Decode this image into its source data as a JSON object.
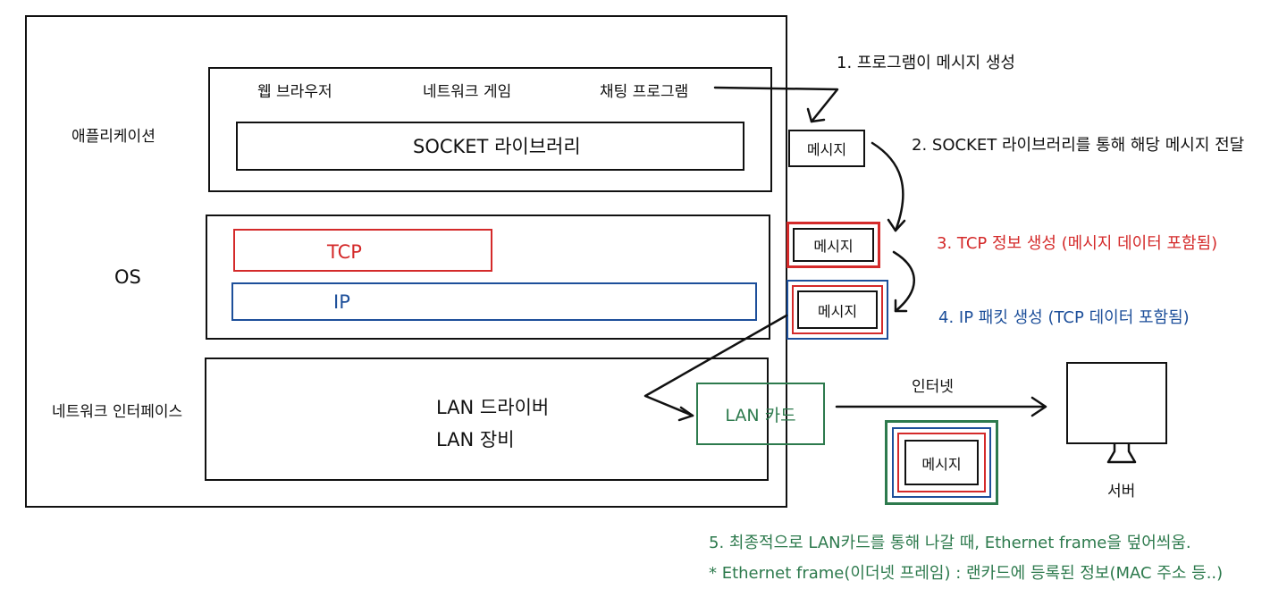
{
  "layers": {
    "application": {
      "label": "애플리케이션",
      "apps": [
        "웹 브라우저",
        "네트워크 게임",
        "채팅 프로그램"
      ],
      "socket_library": "SOCKET 라이브러리"
    },
    "os": {
      "label": "OS",
      "tcp": "TCP",
      "ip": "IP"
    },
    "network_interface": {
      "label": "네트워크 인터페이스",
      "lan_driver": "LAN 드라이버",
      "lan_equipment": "LAN 장비"
    }
  },
  "message_label": "메시지",
  "lan_card": "LAN 카드",
  "internet": "인터넷",
  "server": "서버",
  "steps": [
    "1. 프로그램이 메시지 생성",
    "2. SOCKET 라이브러리를 통해 해당 메시지 전달",
    "3. TCP 정보 생성 (메시지 데이터 포함됨)",
    "4. IP 패킷 생성 (TCP 데이터 포함됨)"
  ],
  "notes": [
    "5. 최종적으로 LAN카드를 통해 나갈 때, Ethernet frame을 덮어씌움.",
    "* Ethernet frame(이더넷 프레임) : 랜카드에 등록된 정보(MAC 주소 등..)"
  ],
  "colors": {
    "tcp": "#d42a2a",
    "ip": "#1d4f9a",
    "ethernet": "#2d7a4d",
    "ink": "#111111"
  }
}
